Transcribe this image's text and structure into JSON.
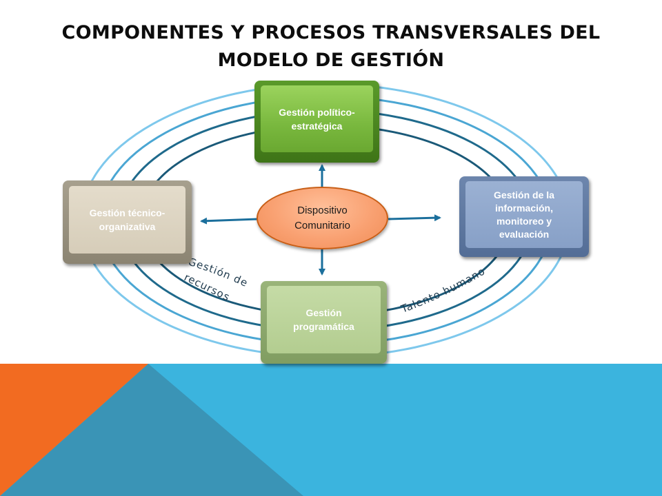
{
  "title": "COMPONENTES Y PROCESOS TRANSVERSALES DEL MODELO DE GESTIÓN",
  "center": {
    "label": "Dispositivo Comunitario"
  },
  "boxes": {
    "politico": "Gestión político-estratégica",
    "tecnico": "Gestión técnico-organizativa",
    "informacion": "Gestión de la información, monitoreo y evaluación",
    "programatica": "Gestión programática"
  },
  "ring_labels": {
    "recursos_line1": "Gestión de",
    "recursos_line2": "recursos",
    "talento": "Talento humano"
  },
  "colors": {
    "band_blue": "#3bb4de",
    "band_teal": "#3a94b6",
    "band_orange": "#f26b21",
    "ring_light": "#7ec8ec",
    "ring_dark": "#1a5978",
    "arrow": "#1b6f9c"
  }
}
